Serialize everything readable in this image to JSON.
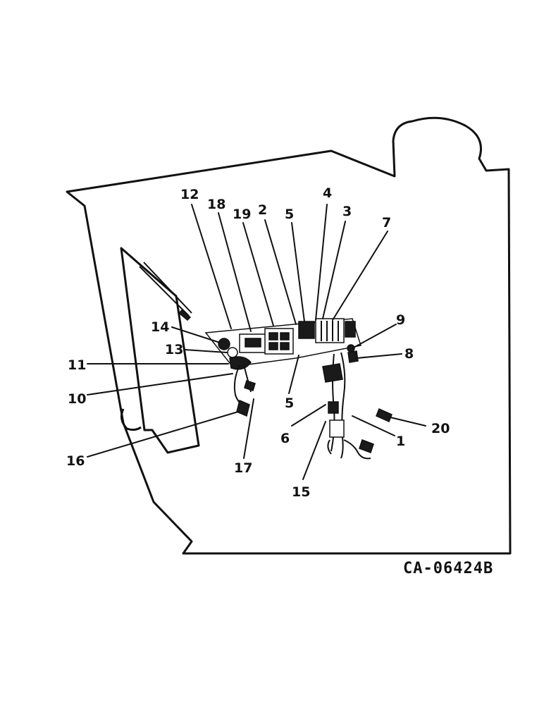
{
  "reference_code": "CA-06424B",
  "callouts": {
    "c1": "1",
    "c2": "2",
    "c3": "3",
    "c4": "4",
    "c5a": "5",
    "c5b": "5",
    "c6": "6",
    "c7": "7",
    "c8": "8",
    "c9": "9",
    "c10": "10",
    "c11": "11",
    "c12": "12",
    "c13": "13",
    "c14": "14",
    "c15": "15",
    "c16": "16",
    "c17": "17",
    "c18": "18",
    "c19": "19",
    "c20": "20"
  }
}
